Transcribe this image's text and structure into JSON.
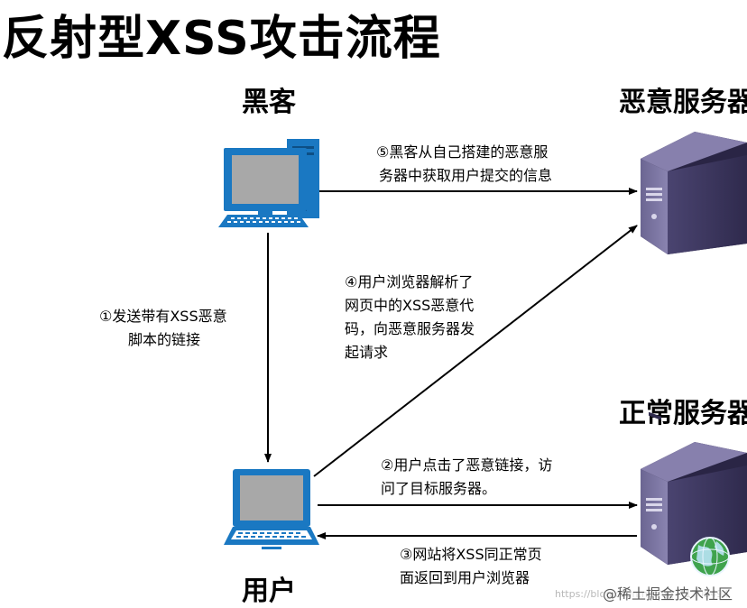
{
  "title": {
    "prefix": "反射型",
    "latin": "XSS",
    "suffix": "攻击流程"
  },
  "nodes": {
    "hacker": "黑客",
    "malicious_server": "恶意服务器",
    "normal_server": "正常服务器",
    "user": "用户"
  },
  "steps": {
    "step1": [
      "①发送带有XSS恶意",
      "脚本的链接"
    ],
    "step2": [
      "②用户点击了恶意链接，访",
      "问了目标服务器。"
    ],
    "step3": [
      "③网站将XSS同正常页",
      "面返回到用户浏览器"
    ],
    "step4": [
      "④用户浏览器解析了",
      "网页中的XSS恶意代",
      "码，向恶意服务器发",
      "起请求"
    ],
    "step5": [
      "⑤黑客从自己搭建的恶意服",
      "务器中获取用户提交的信息"
    ]
  },
  "watermark": {
    "url": "https://blog.csdn.net/qq_41709494",
    "brand": "@稀土掘金技术社区"
  },
  "colors": {
    "background": "#ffffff",
    "monitor_blue": "#1a78c2",
    "screen_gray": "#a8a8a8",
    "server_purple": "#3f3960",
    "arrow": "#000000",
    "globe_green": "#3fa34d"
  }
}
